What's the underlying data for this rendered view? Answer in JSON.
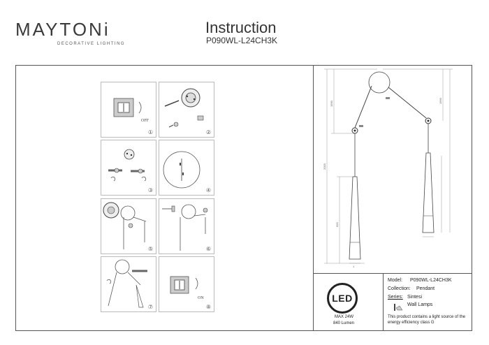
{
  "header": {
    "brand": "MAYTONi",
    "brand_sub": "DECORATIVE LIGHTING",
    "title": "Instruction",
    "code": "P090WL-L24CH3K"
  },
  "steps": [
    {
      "num": "①",
      "label": "OFF"
    },
    {
      "num": "②"
    },
    {
      "num": "③"
    },
    {
      "num": "④"
    },
    {
      "num": "⑤"
    },
    {
      "num": "⑥"
    },
    {
      "num": "⑦"
    },
    {
      "num": "⑧",
      "label": "ON"
    }
  ],
  "drawing": {
    "dims": [
      "1560",
      "1560",
      "600",
      "2000",
      "1"
    ]
  },
  "led": {
    "badge": "LED",
    "power": "MAX 24W",
    "lumen": "840 Lumen"
  },
  "specs": {
    "model_label": "Model:",
    "model_value": "P090WL-L24CH3K",
    "collection_label": "Collection:",
    "collection_value": "Pendant",
    "series_label": "Series:",
    "series_value": "Sintesi",
    "type_value": "Wall Lamps",
    "energy_note_1": "This product contains a light source of the",
    "energy_note_2": "energy efficiency class G"
  }
}
